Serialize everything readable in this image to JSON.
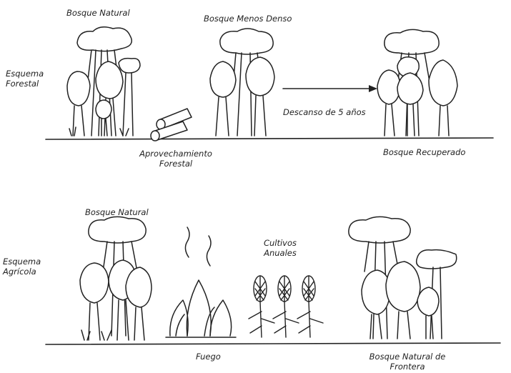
{
  "forest_scheme": {
    "row_label": [
      "Esquema",
      "Forestal"
    ],
    "natural_forest": "Bosque Natural",
    "less_dense_forest": "Bosque Menos Denso",
    "harvest": [
      "Aprovechamiento",
      "Forestal"
    ],
    "rest_period": "Descanso de 5 años",
    "recovered_forest": "Bosque Recuperado"
  },
  "agri_scheme": {
    "row_label": [
      "Esquema",
      "Agrícola"
    ],
    "natural_forest": "Bosque Natural",
    "fire": "Fuego",
    "crops": [
      "Cultivos",
      "Anuales"
    ],
    "frontier_forest": [
      "Bosque Natural de",
      "Frontera"
    ]
  }
}
